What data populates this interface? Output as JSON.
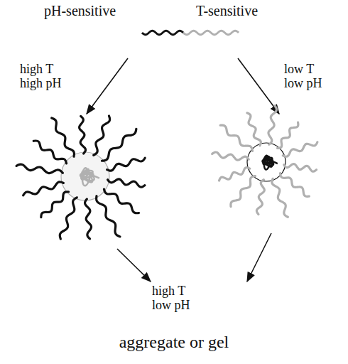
{
  "diagram": {
    "labels": [
      "pH-sensitive",
      "T-sensitive",
      "high T high pH",
      "low T low pH",
      "high T low pH",
      "aggregate or gel"
    ]
  }
}
